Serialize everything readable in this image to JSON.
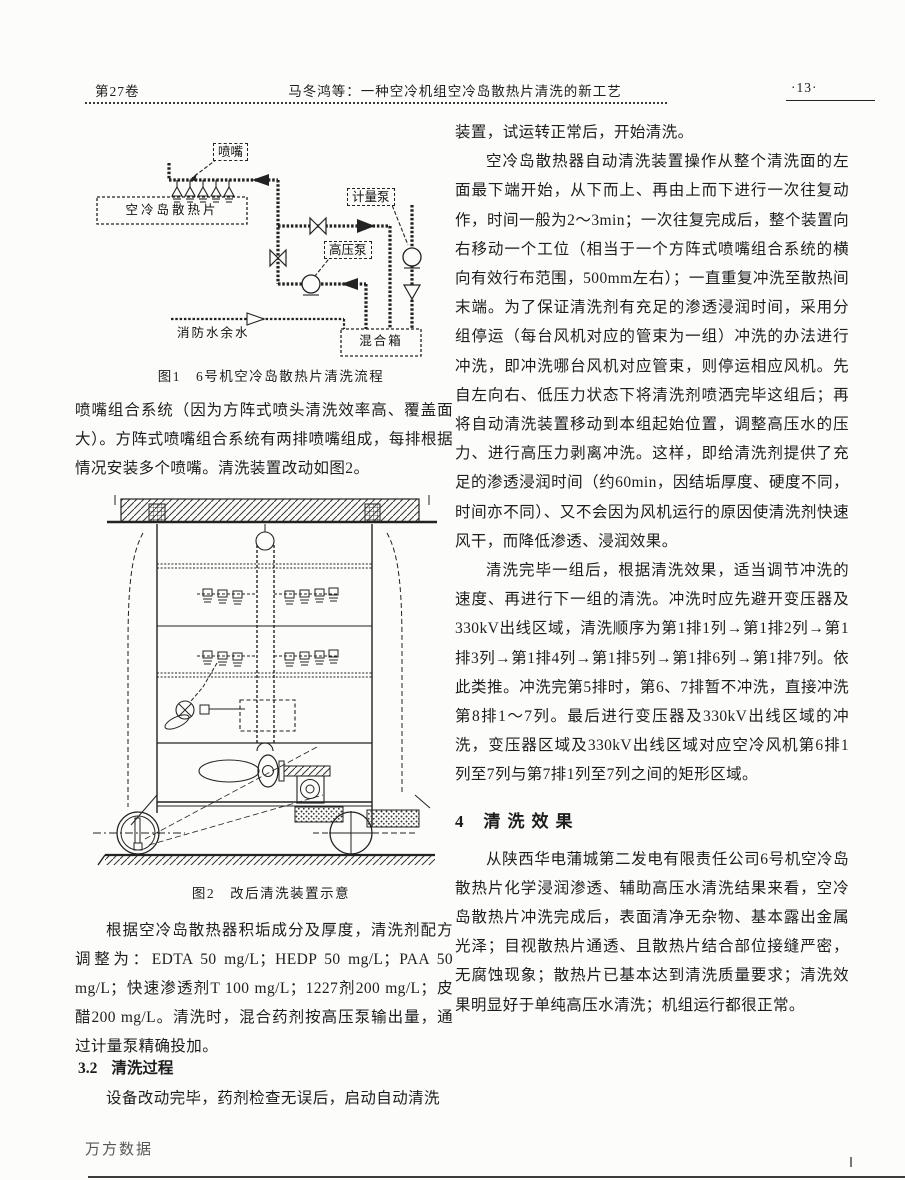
{
  "header": {
    "volume": "第27卷",
    "running_title": "马冬鸿等：一种空冷机组空冷岛散热片清洗的新工艺",
    "page_number": "·13·"
  },
  "left_column": {
    "figure1": {
      "labels": {
        "nozzle": "喷嘴",
        "heatsink": "空冷岛散热片",
        "metering_pump": "计量泵",
        "high_pressure_pump": "高压泵",
        "fire_water": "消防水余水",
        "mixing_box": "混合箱"
      },
      "caption": "图1　6号机空冷岛散热片清洗流程"
    },
    "para1": "喷嘴组合系统（因为方阵式喷头清洗效率高、覆盖面大）。方阵式喷嘴组合系统有两排喷嘴组成，每排根据情况安装多个喷嘴。清洗装置改动如图2。",
    "figure2": {
      "caption": "图2　改后清洗装置示意"
    },
    "para2": "根据空冷岛散热器积垢成分及厚度，清洗剂配方调整为：EDTA 50 mg/L；HEDP 50 mg/L；PAA 50 mg/L；快速渗透剂T 100 mg/L；1227剂200 mg/L；皮醋200 mg/L。清洗时，混合药剂按高压泵输出量，通过计量泵精确投加。",
    "heading_3_2": {
      "number": "3.2",
      "title": "清洗过程"
    },
    "para3": "设备改动完毕，药剂检查无误后，启动自动清洗"
  },
  "right_column": {
    "para1": "装置，试运转正常后，开始清洗。",
    "para2": "空冷岛散热器自动清洗装置操作从整个清洗面的左面最下端开始，从下而上、再由上而下进行一次往复动作，时间一般为2～3min；一次往复完成后，整个装置向右移动一个工位（相当于一个方阵式喷嘴组合系统的横向有效行布范围，500mm左右）；一直重复冲洗至散热间末端。为了保证清洗剂有充足的渗透浸润时间，采用分组停运（每台风机对应的管束为一组）冲洗的办法进行冲洗，即冲洗哪台风机对应管束，则停运相应风机。先自左向右、低压力状态下将清洗剂喷洒完毕这组后；再将自动清洗装置移动到本组起始位置，调整高压水的压力、进行高压力剥离冲洗。这样，即给清洗剂提供了充足的渗透浸润时间（约60min，因结垢厚度、硬度不同，时间亦不同）、又不会因为风机运行的原因使清洗剂快速风干，而降低渗透、浸润效果。",
    "para3": "清洗完毕一组后，根据清洗效果，适当调节冲洗的速度、再进行下一组的清洗。冲洗时应先避开变压器及330kV出线区域，清洗顺序为第1排1列→第1排2列→第1排3列→第1排4列→第1排5列→第1排6列→第1排7列。依此类推。冲洗完第5排时，第6、7排暂不冲洗，直接冲洗第8排1～7列。最后进行变压器及330kV出线区域的冲洗，变压器区域及330kV出线区域对应空冷风机第6排1列至7列与第7排1列至7列之间的矩形区域。",
    "heading_4": {
      "number": "4",
      "title": "清洗效果"
    },
    "para4": "从陕西华电蒲城第二发电有限责任公司6号机空冷岛散热片化学浸润渗透、辅助高压水清洗结果来看，空冷岛散热片冲洗完成后，表面清净无杂物、基本露出金属光泽；目视散热片通透、且散热片结合部位接缝严密，无腐蚀现象；散热片已基本达到清洗质量要求；清洗效果明显好于单纯高压水清洗；机组运行都很正常。"
  },
  "footer": {
    "watermark": "万方数据"
  }
}
